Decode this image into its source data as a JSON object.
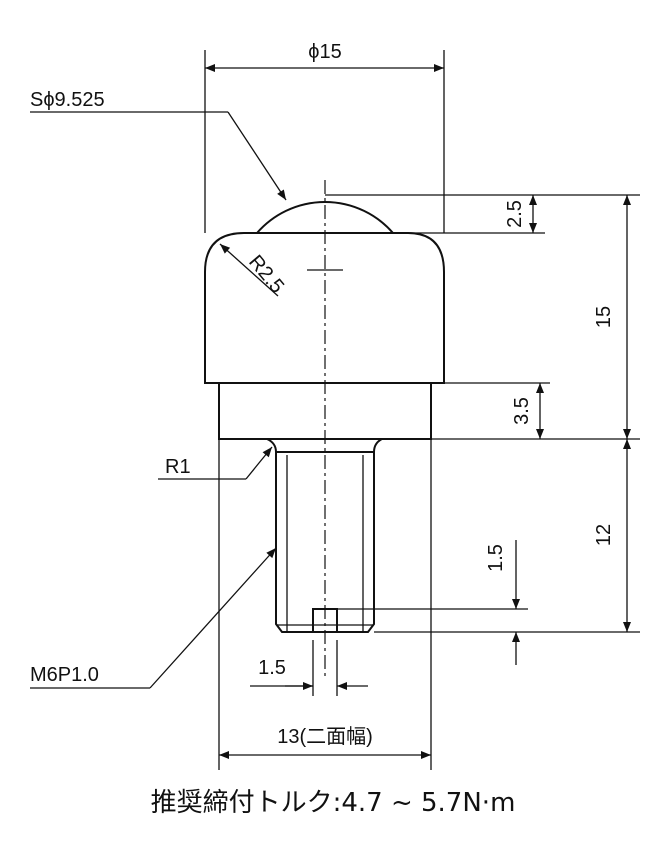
{
  "dimensions": {
    "overall_diameter": "ϕ15",
    "ball_diameter": "Sϕ9.525",
    "ball_protrusion": "2.5",
    "corner_radius": "R2.5",
    "body_height": "15",
    "flange_height": "3.5",
    "neck_radius": "R1",
    "shank_length": "12",
    "slot_depth": "1.5",
    "slot_width": "1.5",
    "thread": "M6P1.0",
    "across_flats": "13(二面幅)"
  },
  "note": "推奨締付トルク:4.7 ~ 5.7N·m"
}
